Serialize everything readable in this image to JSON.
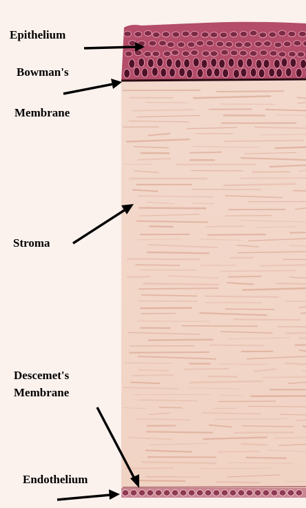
{
  "labels": {
    "epithelium": "Epithelium",
    "bowmans_line1": "Bowman's",
    "bowmans_line2": "Membrane",
    "stroma": "Stroma",
    "descemets_line1": "Descemet's",
    "descemets_line2": "Membrane",
    "endothelium": "Endothelium"
  },
  "colors": {
    "background": "#fbf1ed",
    "stroma": "#efd1c2",
    "stroma_fibers": "#cf8f7c",
    "epithelium": "#b04a66",
    "epithelium_nuclei": "#5c1830",
    "endothelium": "#9c4a5e",
    "arrow": "#000000"
  }
}
